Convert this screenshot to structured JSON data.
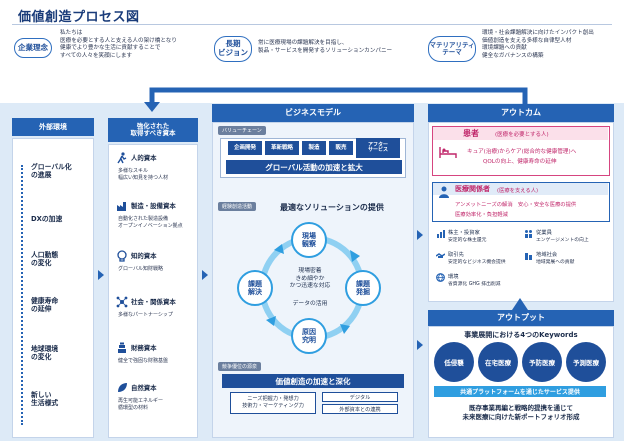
{
  "title": "価値創造プロセス図",
  "top": {
    "philosophy": {
      "label": "企業理念",
      "text": "私たちは\n医療を必要とする人と支える人の架け橋となり\n健康でより豊かな生活に貢献することで\nすべての人々を笑顔にします"
    },
    "vision": {
      "label": "長期\nビジョン",
      "text": "常に医療現場の課題解決を目指し、\n製品・サービスを開発するソリューションカンパニー"
    },
    "materiality": {
      "label": "マテリアリティ\nテーマ",
      "items": [
        "環境・社会課題解決に向けたインパクト創出",
        "価値創造を支える多様な自律型人材",
        "環境課題への貢献",
        "健全なガバナンスの構築"
      ]
    }
  },
  "external": {
    "header": "外部環境",
    "items": [
      "グローバル化\nの進展",
      "DXの加速",
      "人口動態\nの変化",
      "健康寿命\nの延伸",
      "地球環境\nの変化",
      "新しい\n生活様式"
    ]
  },
  "capitals": {
    "header": "強化された\n取得すべき資本",
    "items": [
      {
        "name": "人的資本",
        "desc": "多様なスキル\n幅広い知見を持つ人材",
        "icon": "person-running-icon"
      },
      {
        "name": "製造・設備資本",
        "desc": "自動化された製造設備\nオープンイノベーション拠点",
        "icon": "factory-icon"
      },
      {
        "name": "知的資本",
        "desc": "グローバル知財戦略",
        "icon": "brain-icon"
      },
      {
        "name": "社会・関係資本",
        "desc": "多様なパートナーシップ",
        "icon": "network-icon"
      },
      {
        "name": "財務資本",
        "desc": "健全で強固な財務基盤",
        "icon": "coin-icon"
      },
      {
        "name": "自然資本",
        "desc": "再生可能エネルギー\n循環型の材料",
        "icon": "leaf-icon"
      }
    ]
  },
  "business": {
    "header": "ビジネスモデル",
    "value_chain_tag": "バリューチェーン",
    "value_chain": [
      "企画開発",
      "革新戦略",
      "製造",
      "販売",
      "アフター\nサービス"
    ],
    "global_banner": "グローバル活動の加速と拡大",
    "solution_tag": "経験創造活動",
    "solution_title": "最適なソリューションの提供",
    "cycle": {
      "observe": "現場\n観察",
      "discover": "課題\n発掘",
      "research": "原因\n究明",
      "solve": "課題\n解決"
    },
    "cycle_center": "現場密着\nきめ細やか\nかつ迅速な対応",
    "cycle_center_sub": "データの活用",
    "advantage_tag": "競争優位の源泉",
    "advantage_title": "価値創造の加速と深化",
    "advantages": [
      "ニーズ把握力・発想力\n技術力・マーケティング力",
      "デジタル",
      "外部資本との連携"
    ]
  },
  "outcome": {
    "header": "アウトカム",
    "patient_title": "患者",
    "patient_sub": "(医療を必要とする人)",
    "patient_items": [
      "キュア(治療)からケア(総合的な健康管理)へ",
      "QOLの向上、健康寿命の延伸"
    ],
    "staff_title": "医療関係者",
    "staff_sub": "(医療を支える人)",
    "staff_items": [
      "アンメットニーズの解消　安心・安全な医療の提供",
      "医療効率化・負担軽減"
    ],
    "stakeholders": [
      {
        "name": "株主・投資家",
        "desc": "安定的な株主還元",
        "icon": "chart-icon"
      },
      {
        "name": "従業員",
        "desc": "エンゲージメントの向上",
        "icon": "people-icon"
      },
      {
        "name": "取引先",
        "desc": "安定的なビジネス機会提供",
        "icon": "handshake-icon"
      },
      {
        "name": "地域社会",
        "desc": "地域発展への貢献",
        "icon": "building-icon"
      },
      {
        "name": "環境",
        "desc": "省資源化 GHG 排出削減",
        "icon": "globe-icon"
      }
    ]
  },
  "output": {
    "header": "アウトプット",
    "keywords_title": "事業展開における4つのKeywords",
    "keywords": [
      "低侵襲",
      "在宅医療",
      "予防医療",
      "予測医療"
    ],
    "platform": "共通プラットフォームを通じたサービス提供",
    "conclusion": "既存事業再編と戦略的提携を通じて\n未来医療に向けた新ポートフォリオ形成"
  }
}
